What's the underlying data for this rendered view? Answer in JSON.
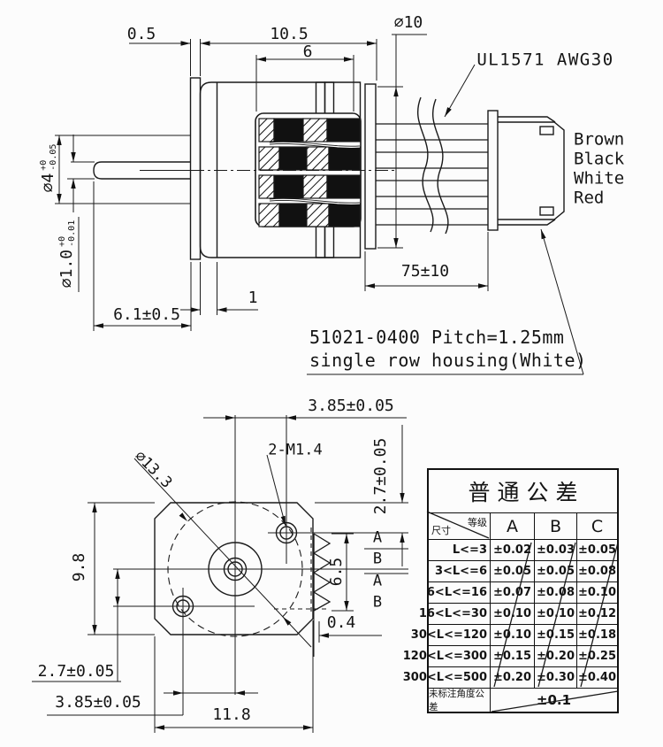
{
  "side_view": {
    "dim_plate_thickness": "0.5",
    "dim_body_length": "10.5",
    "dim_winding_width": "6",
    "dia_body": "∅10",
    "cable_spec": "UL1571 AWG30",
    "wire_colors": [
      "Brown",
      "Black",
      "White",
      "Red"
    ],
    "dia_boss": "∅4",
    "dia_boss_tol_upper": "+0",
    "dia_boss_tol_lower": "-0.05",
    "dia_shaft": "∅1.0",
    "dia_shaft_tol_upper": "+0",
    "dia_shaft_tol_lower": "-0.01",
    "dim_wire_length": "75±10",
    "dim_shaft_length": "6.1±0.5",
    "dim_front_step": "1",
    "connector_note_line1": "51021-0400 Pitch=1.25mm",
    "connector_note_line2": "single row housing(White)"
  },
  "front_view": {
    "dim_hole_offset_x_top": "3.85±0.05",
    "dim_hole_offset_y_top": "2.7±0.05",
    "thread_callout": "2-M1.4",
    "dia_pilot_circle": "∅13.3",
    "dim_body_height": "9.8",
    "dim_gear_width": "6.5",
    "phase_labels": [
      "A",
      "B",
      "A",
      "B"
    ],
    "dim_gear_offset": "0.4",
    "dim_hole_offset_y_bottom": "2.7±0.05",
    "dim_hole_offset_x_bottom": "3.85±0.05",
    "dim_body_width": "11.8"
  },
  "tolerance_table": {
    "title": "普通公差",
    "corner_top": "等级",
    "corner_bottom": "尺寸",
    "columns": [
      "A",
      "B",
      "C"
    ],
    "rows": [
      {
        "range": "L<=3",
        "a": "±0.02",
        "b": "±0.03",
        "c": "±0.05"
      },
      {
        "range": "3<L<=6",
        "a": "±0.05",
        "b": "±0.05",
        "c": "±0.08"
      },
      {
        "range": "6<L<=16",
        "a": "±0.07",
        "b": "±0.08",
        "c": "±0.10"
      },
      {
        "range": "16<L<=30",
        "a": "±0.10",
        "b": "±0.10",
        "c": "±0.12"
      },
      {
        "range": "30<L<=120",
        "a": "±0.10",
        "b": "±0.15",
        "c": "±0.18"
      },
      {
        "range": "120<L<=300",
        "a": "±0.15",
        "b": "±0.20",
        "c": "±0.25"
      },
      {
        "range": "300<L<=500",
        "a": "±0.20",
        "b": "±0.30",
        "c": "±0.40"
      }
    ],
    "angle_row": {
      "label": "未标注角度公差",
      "value": "±0.1"
    }
  }
}
